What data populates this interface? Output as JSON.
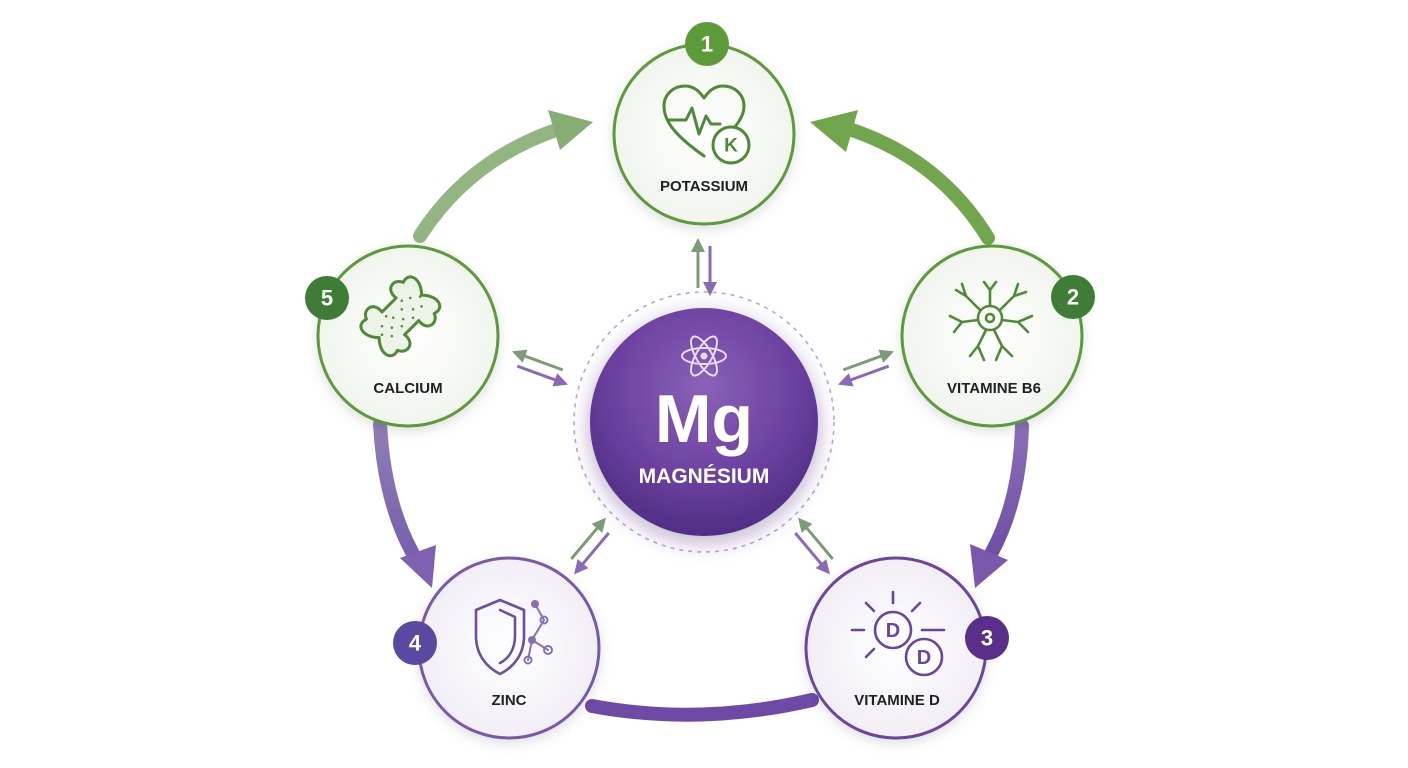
{
  "center": {
    "symbol": "Mg",
    "name": "MAGNÉSIUM",
    "icon": "atom-icon"
  },
  "nodes": [
    {
      "number": "1",
      "label": "POTASSIUM",
      "icon": "heart-pulse-k-icon"
    },
    {
      "number": "2",
      "label": "VITAMINE B6",
      "icon": "neuron-icon"
    },
    {
      "number": "3",
      "label": "VITAMINE D",
      "icon": "sun-vitamin-d-icon",
      "icon_letter": "D"
    },
    {
      "number": "4",
      "label": "ZINC",
      "icon": "shield-molecule-icon"
    },
    {
      "number": "5",
      "label": "CALCIUM",
      "icon": "bone-icon"
    }
  ],
  "icon_letters": {
    "potassium": "K",
    "vitamin_d": "D"
  },
  "colors": {
    "green": "#5c9a3a",
    "dark_green": "#3f7d36",
    "purple": "#6a44a3",
    "deep_purple": "#4b2a80",
    "mid_purple": "#7a5aa8",
    "node_fill": "#ffffff"
  }
}
